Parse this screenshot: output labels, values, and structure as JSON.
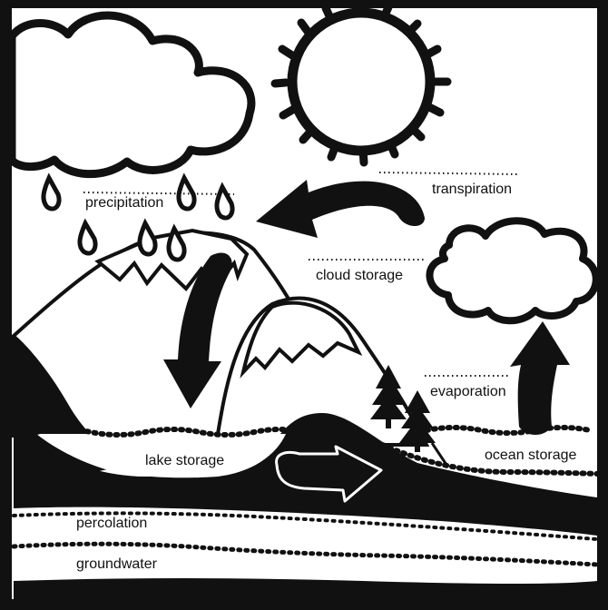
{
  "labels": {
    "precipitation": "precipitation",
    "transpiration": "transpiration",
    "cloud_storage": "cloud storage",
    "evaporation": "evaporation",
    "lake_storage": "lake storage",
    "ocean_storage": "ocean storage",
    "percolation": "percolation",
    "groundwater": "groundwater"
  },
  "colors": {
    "ink": "#111111",
    "paper": "#ffffff"
  }
}
